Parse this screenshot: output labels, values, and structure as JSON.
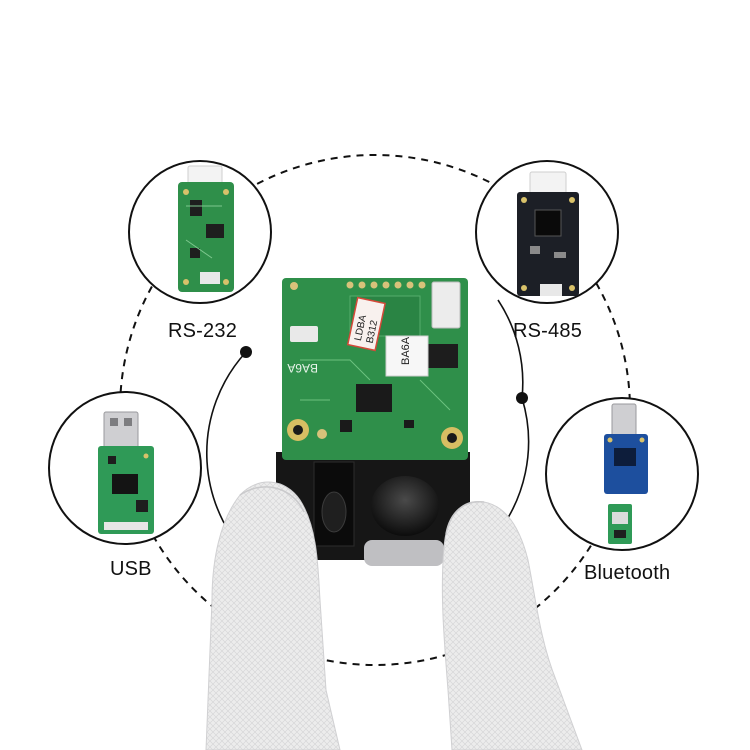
{
  "labels": {
    "rs232": "RS-232",
    "rs485": "RS-485",
    "usb": "USB",
    "bluetooth": "Bluetooth"
  },
  "module_markings": {
    "board_code_left": "BA6A",
    "sticker_code": "BA6A",
    "sticker_line1": "LDBA",
    "sticker_line2": "B312"
  },
  "colors": {
    "pcb_green": "#2f8f4a",
    "dark_board": "#1c1f26",
    "bt_board": "#1d4f9e",
    "housing": "#161616",
    "glove": "#e9e9ea"
  }
}
